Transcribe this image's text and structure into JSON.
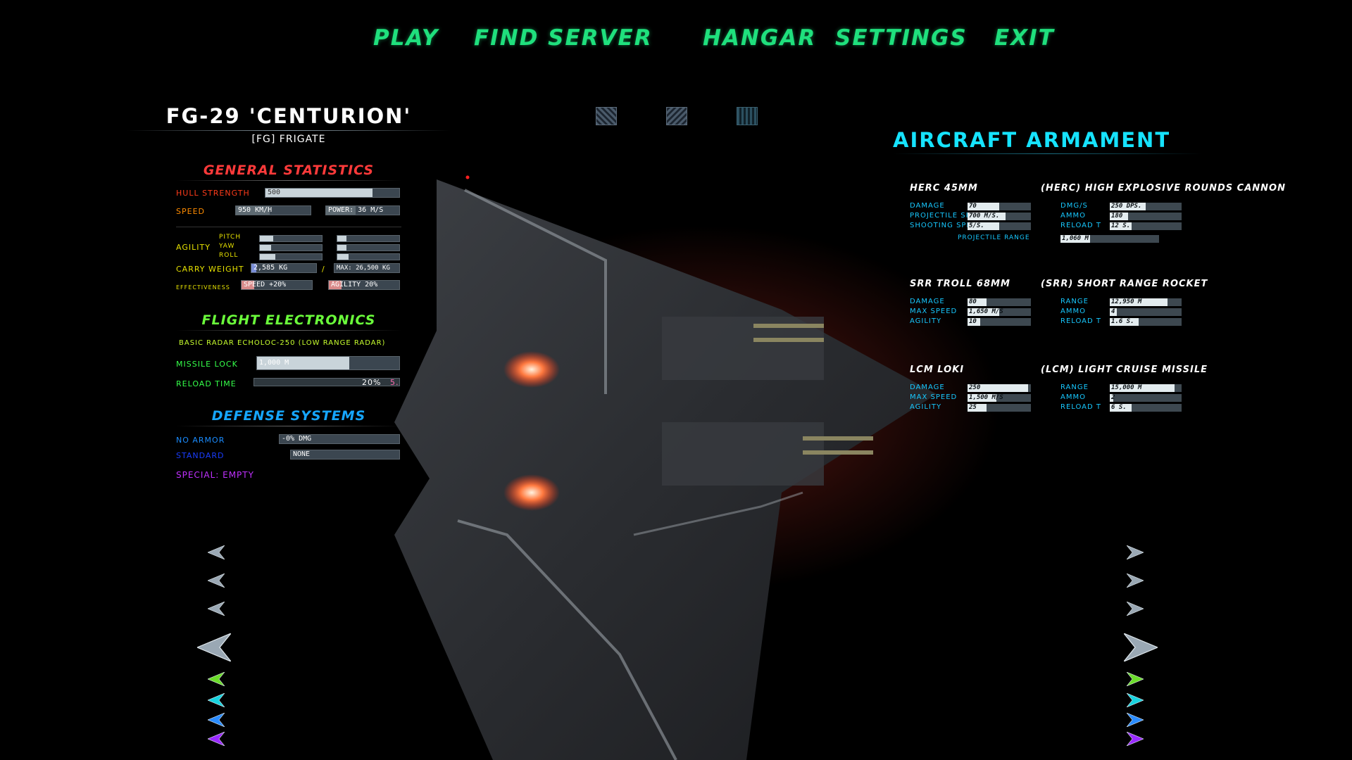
{
  "nav": {
    "play": "PLAY",
    "find_server": "FIND SERVER",
    "hangar": "HANGAR",
    "settings": "SETTINGS",
    "exit": "EXIT"
  },
  "aircraft": {
    "name": "FG-29 'CENTURION'",
    "class": "[FG] FRIGATE"
  },
  "general": {
    "title": "GENERAL STATISTICS",
    "hull_label": "HULL STRENGTH",
    "hull_value": "500",
    "hull_fill": 0.8,
    "speed_label": "SPEED",
    "speed_value": "950 KM/H",
    "power_value": "POWER: 36 M/S",
    "agility_label": "AGILITY",
    "pitch_label": "PITCH",
    "yaw_label": "YAW",
    "roll_label": "ROLL",
    "carry_label": "CARRY WEIGHT",
    "carry_value": "2,585 KG",
    "carry_sep": "/",
    "carry_max": "MAX: 26,500 KG",
    "effect_label": "EFFECTIVENESS",
    "effect_speed": "SPEED +20%",
    "effect_agility": "AGILITY 20%"
  },
  "electronics": {
    "title": "FLIGHT ELECTRONICS",
    "radar": "BASIC RADAR ECHOLOC-250  (LOW RANGE RADAR)",
    "missile_lock_label": "MISSILE LOCK",
    "missile_lock_value": "1,000 M",
    "missile_lock_fill": 0.65,
    "reload_label": "RELOAD TIME",
    "reload_value": "20%",
    "reload_suffix": "5."
  },
  "defense": {
    "title": "DEFENSE SYSTEMS",
    "no_armor_label": "NO ARMOR",
    "no_armor_value": "-0% DMG",
    "standard_label": "STANDARD",
    "standard_value": "NONE",
    "special_label": "SPECIAL: EMPTY"
  },
  "armament": {
    "title": "AIRCRAFT ARMAMENT",
    "weapons": [
      {
        "short": "HERC 45MM",
        "long": "(HERC) HIGH EXPLOSIVE ROUNDS CANNON",
        "left": [
          {
            "label": "DAMAGE",
            "value": "70",
            "fill": 0.5
          },
          {
            "label": "PROJECTILE SPEED",
            "value": "700 M/S.",
            "fill": 0.6
          },
          {
            "label": "SHOOTING SPEED",
            "value": "5/S.",
            "fill": 0.5
          }
        ],
        "right": [
          {
            "label": "DMG/S",
            "value": "250 DPS.",
            "fill": 0.5
          },
          {
            "label": "AMMO",
            "value": "180",
            "fill": 0.25
          },
          {
            "label": "RELOAD T",
            "value": "12 S.",
            "fill": 0.3
          }
        ],
        "range_label": "PROJECTILE RANGE",
        "range_value": "1,060 M",
        "range_fill": 0.3
      },
      {
        "short": "SRR TROLL 68MM",
        "long": "(SRR) SHORT RANGE ROCKET",
        "left": [
          {
            "label": "DAMAGE",
            "value": "80",
            "fill": 0.3
          },
          {
            "label": "MAX SPEED",
            "value": "1,650 M/S",
            "fill": 0.5
          },
          {
            "label": "AGILITY",
            "value": "10",
            "fill": 0.2
          }
        ],
        "right": [
          {
            "label": "RANGE",
            "value": "12,950 M",
            "fill": 0.8
          },
          {
            "label": "AMMO",
            "value": "4",
            "fill": 0.1
          },
          {
            "label": "RELOAD T",
            "value": "1.6 S.",
            "fill": 0.4
          }
        ]
      },
      {
        "short": "LCM LOKI",
        "long": "(LCM) LIGHT CRUISE MISSILE",
        "left": [
          {
            "label": "DAMAGE",
            "value": "250",
            "fill": 0.95
          },
          {
            "label": "MAX SPEED",
            "value": "1,500 M/S",
            "fill": 0.45
          },
          {
            "label": "AGILITY",
            "value": "25",
            "fill": 0.3
          }
        ],
        "right": [
          {
            "label": "RANGE",
            "value": "15,000 M",
            "fill": 0.9
          },
          {
            "label": "AMMO",
            "value": "2",
            "fill": 0.05
          },
          {
            "label": "RELOAD T",
            "value": "6 S.",
            "fill": 0.3
          }
        ]
      }
    ]
  },
  "colors": {
    "nav": "#1fe07d",
    "general_title": "#ff3a3a",
    "electronics_title": "#6bff3b",
    "defense_title": "#16a6ff",
    "armament_title": "#16e3ff",
    "hull_label": "#ff3b1a",
    "speed_label": "#ff8c00",
    "agility_label": "#e5e000",
    "carry_label": "#e5e000",
    "effect_label": "#e5e000",
    "missile_lock_label": "#35ff4a",
    "reload_label": "#35ff4a",
    "radar": "#c8ff2e",
    "no_armor_label": "#1a8cff",
    "standard_label": "#1a3dff",
    "special_label": "#c030ff"
  },
  "icons": {
    "left_arrows": [
      "arrow-left-icon",
      "arrow-left-icon",
      "arrow-left-icon",
      "arrow-left-large-icon",
      "arrow-left-green-icon",
      "arrow-left-cyan-icon",
      "arrow-left-blue-icon",
      "arrow-left-purple-icon"
    ],
    "right_arrows": [
      "arrow-right-icon",
      "arrow-right-icon",
      "arrow-right-icon",
      "arrow-right-large-icon",
      "arrow-right-green-icon",
      "arrow-right-cyan-icon",
      "arrow-right-blue-icon",
      "arrow-right-purple-icon"
    ]
  }
}
